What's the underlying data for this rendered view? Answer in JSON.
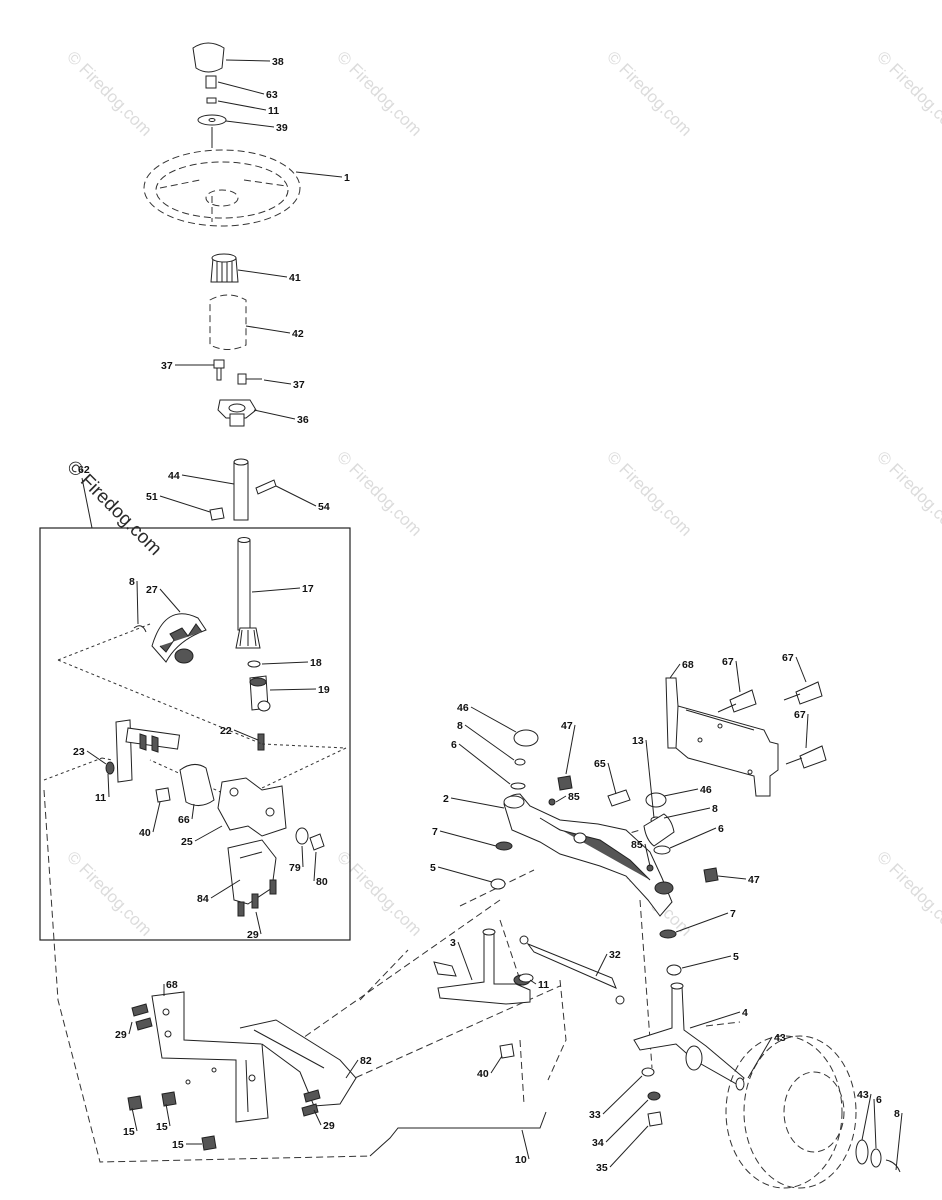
{
  "watermark": {
    "text": "© Firedog.com"
  },
  "diagram": {
    "title": "",
    "callouts": [
      "38",
      "63",
      "11",
      "39",
      "1",
      "41",
      "42",
      "37",
      "37",
      "36",
      "44",
      "51",
      "54",
      "62",
      "8",
      "27",
      "17",
      "18",
      "19",
      "22",
      "23",
      "11",
      "40",
      "66",
      "25",
      "79",
      "80",
      "84",
      "29",
      "68",
      "67",
      "67",
      "67",
      "46",
      "8",
      "6",
      "47",
      "85",
      "65",
      "13",
      "2",
      "46",
      "8",
      "6",
      "85",
      "7",
      "5",
      "47",
      "7",
      "5",
      "3",
      "32",
      "11",
      "4",
      "40",
      "43",
      "68",
      "29",
      "82",
      "15",
      "15",
      "29",
      "15",
      "10",
      "33",
      "34",
      "35",
      "43",
      "6",
      "8"
    ]
  }
}
